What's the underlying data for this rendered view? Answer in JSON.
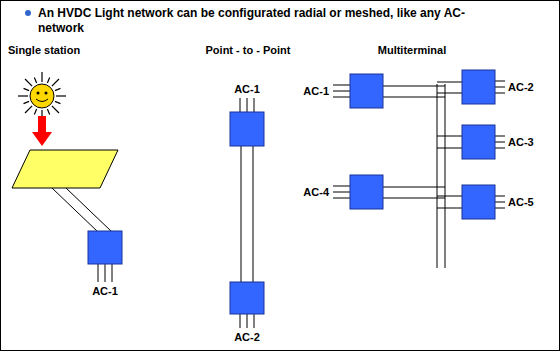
{
  "diagram": {
    "title": "An HVDC Light network can be configurated radial or meshed, like any AC-network",
    "labels": [
      "Single station",
      "Point - to - Point",
      "Multiterminal",
      "AC-1",
      "AC-1",
      "AC-2",
      "AC-1",
      "AC-2",
      "AC-3",
      "AC-4",
      "AC-5"
    ]
  }
}
